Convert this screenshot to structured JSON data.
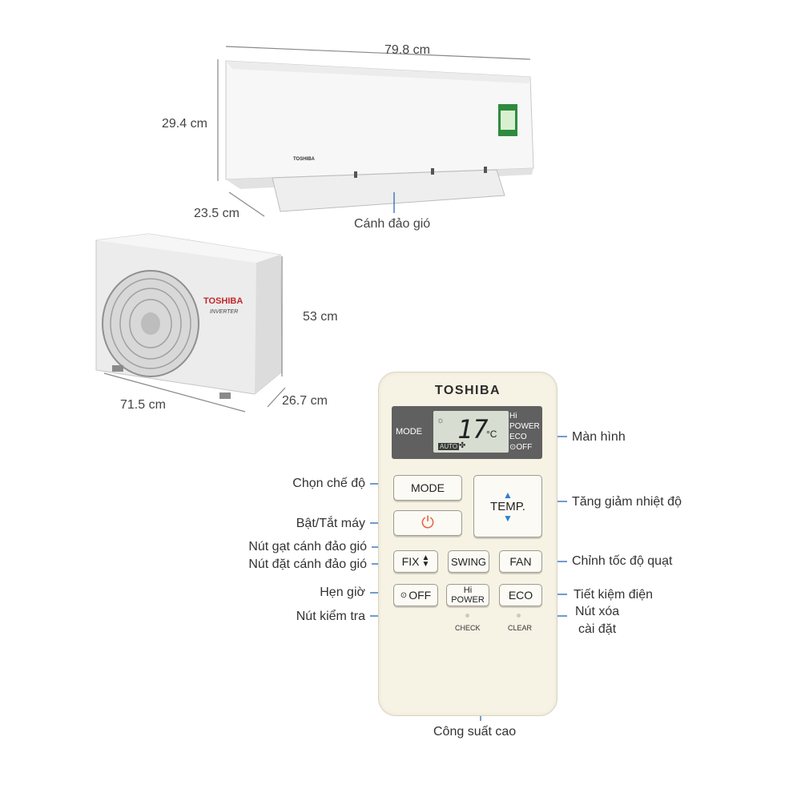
{
  "dimensions": {
    "indoor_width": "79.8 cm",
    "indoor_height": "29.4 cm",
    "indoor_depth": "23.5 cm",
    "outdoor_height": "53 cm",
    "outdoor_width": "71.5 cm",
    "outdoor_depth": "26.7 cm"
  },
  "indoor_unit": {
    "brand": "TOSHIBA",
    "louver_label": "Cánh đảo gió"
  },
  "outdoor_unit": {
    "brand": "TOSHIBA",
    "subtitle": "INVERTER"
  },
  "remote": {
    "brand": "TOSHIBA",
    "display": {
      "mode": "MODE",
      "temperature": "17",
      "unit": "°C",
      "auto": "AUTO",
      "hi_power": "Hi POWER",
      "eco": "ECO",
      "off": "OFF"
    },
    "buttons": {
      "mode": "MODE",
      "temp": "TEMP.",
      "fix": "FIX",
      "swing": "SWING",
      "fan": "FAN",
      "off": "OFF",
      "hi_power": "Hi POWER",
      "eco": "ECO",
      "check": "CHECK",
      "clear": "CLEAR"
    }
  },
  "callouts": {
    "screen": "Màn hình",
    "mode_select": "Chọn chế độ",
    "temp_adjust": "Tăng giảm nhiệt độ",
    "power": "Bật/Tắt máy",
    "swing": "Nút gạt cánh đảo gió",
    "fix": "Nút đặt cánh đảo gió",
    "fan_speed": "Chỉnh tốc độ quạt",
    "timer": "Hẹn giờ",
    "eco": "Tiết kiệm điện",
    "check": "Nút kiểm tra",
    "clear_line1": "Nút xóa",
    "clear_line2": "cài đặt",
    "hi_power": "Công suất cao"
  },
  "colors": {
    "callout_line": "#1a5fb4",
    "remote_body": "#f6f2e4",
    "power_icon": "#e8603c",
    "arrow_blue": "#2a7fd4"
  }
}
